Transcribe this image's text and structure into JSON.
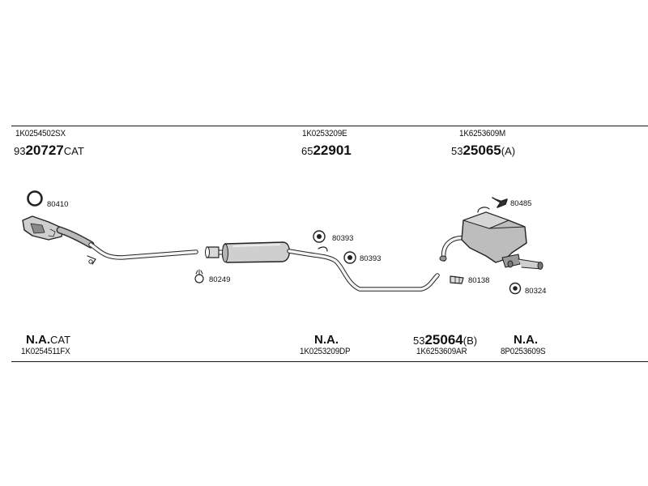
{
  "top_row": [
    {
      "code": "1K0254502SX",
      "prefix": "93",
      "number": "20727",
      "suffix": "CAT"
    },
    {
      "code": "1K0253209E",
      "prefix": "65",
      "number": "22901",
      "suffix": ""
    },
    {
      "code": "1K6253609M",
      "prefix": "53",
      "number": "25065",
      "suffix": "(A)"
    }
  ],
  "bottom_row": [
    {
      "code": "1K0254511FX",
      "main": "N.A.",
      "suffix": "CAT"
    },
    {
      "code": "1K0253209DP",
      "main": "N.A.",
      "suffix": ""
    },
    {
      "code": "1K6253609AR",
      "prefix": "53",
      "number": "25064",
      "suffix": "(B)"
    },
    {
      "code": "8P0253609S",
      "main": "N.A.",
      "suffix": ""
    }
  ],
  "fittings": {
    "f80410": "80410",
    "f80249": "80249",
    "f80393a": "80393",
    "f80393b": "80393",
    "f80485": "80485",
    "f80138": "80138",
    "f80324": "80324"
  }
}
